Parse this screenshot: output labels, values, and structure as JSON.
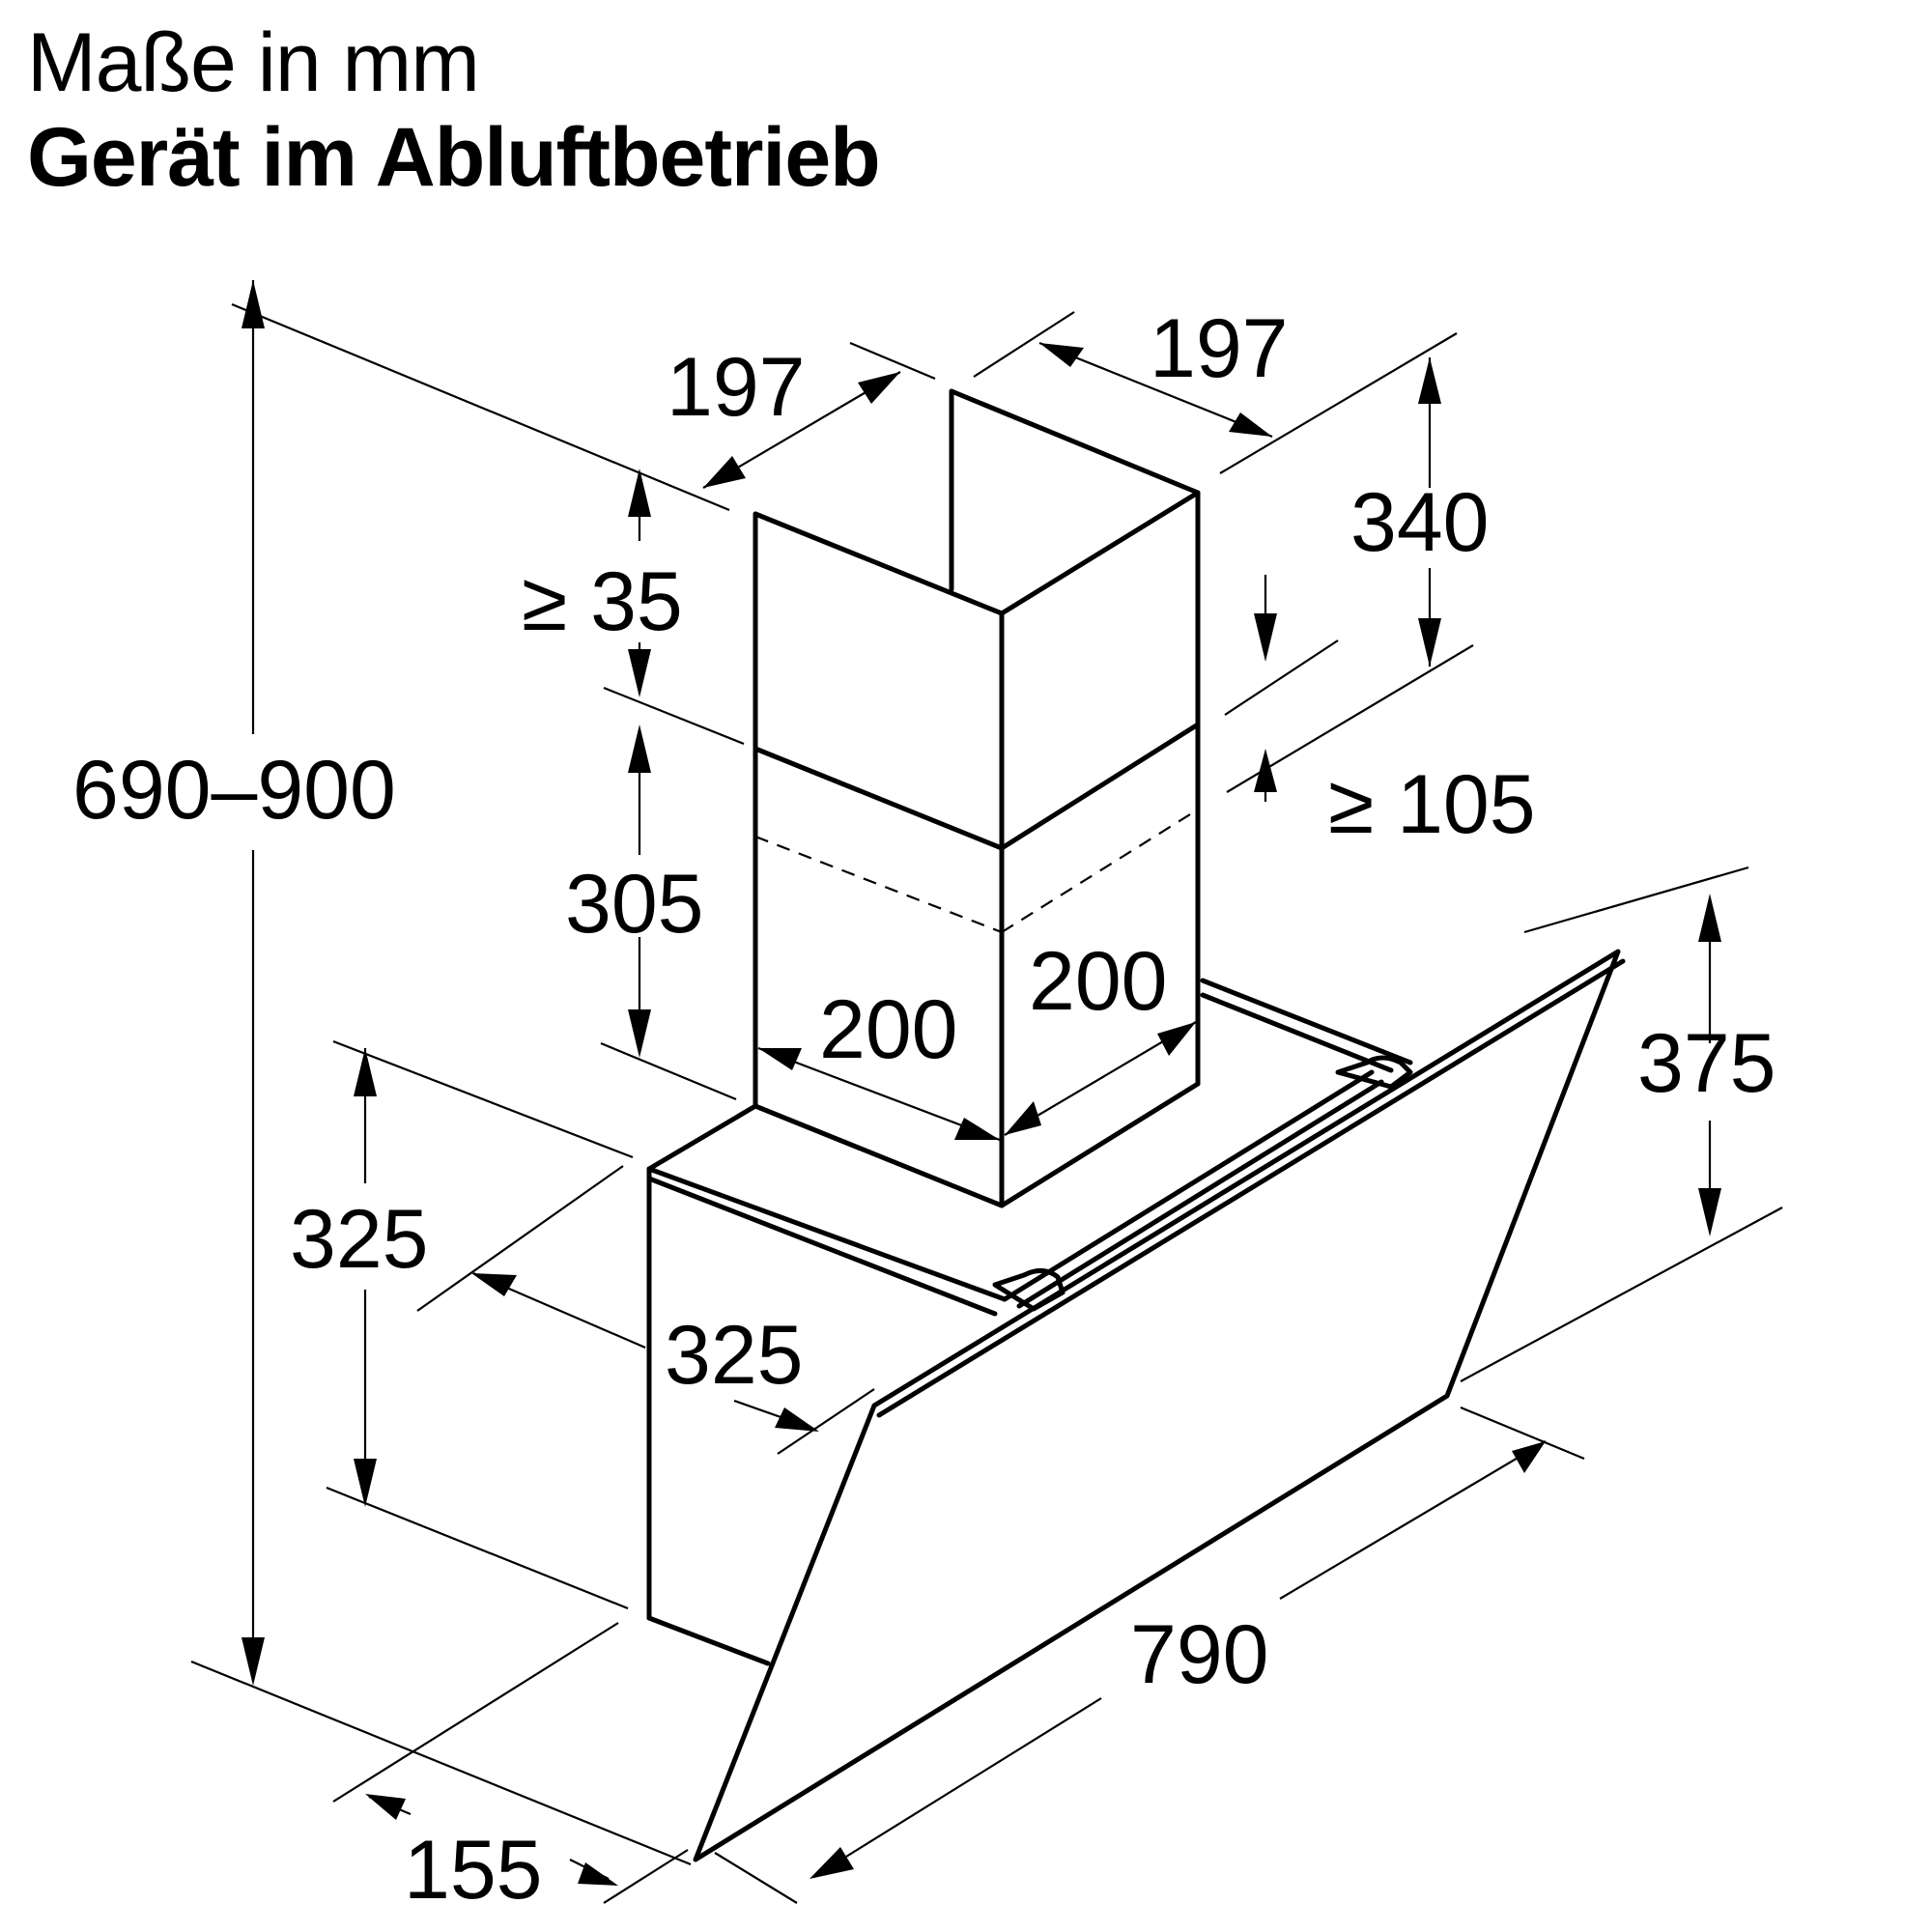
{
  "header": {
    "units_title": "Maße in mm",
    "mode_title": "Gerät im Abluftbetrieb"
  },
  "colors": {
    "line": "#000000",
    "background": "#ffffff"
  },
  "dimensions": {
    "total_height": "690–900",
    "chimney_upper_depth": "197",
    "chimney_upper_width": "197",
    "upper_chimney_height": "340",
    "ceiling_gap": "≥ 35",
    "overlap": "≥ 105",
    "lower_chimney_height": "305",
    "lower_chimney_depth": "200",
    "lower_chimney_width": "200",
    "canopy_height": "375",
    "body_height": "325",
    "body_depth": "325",
    "total_width": "790",
    "bottom_depth": "155"
  }
}
